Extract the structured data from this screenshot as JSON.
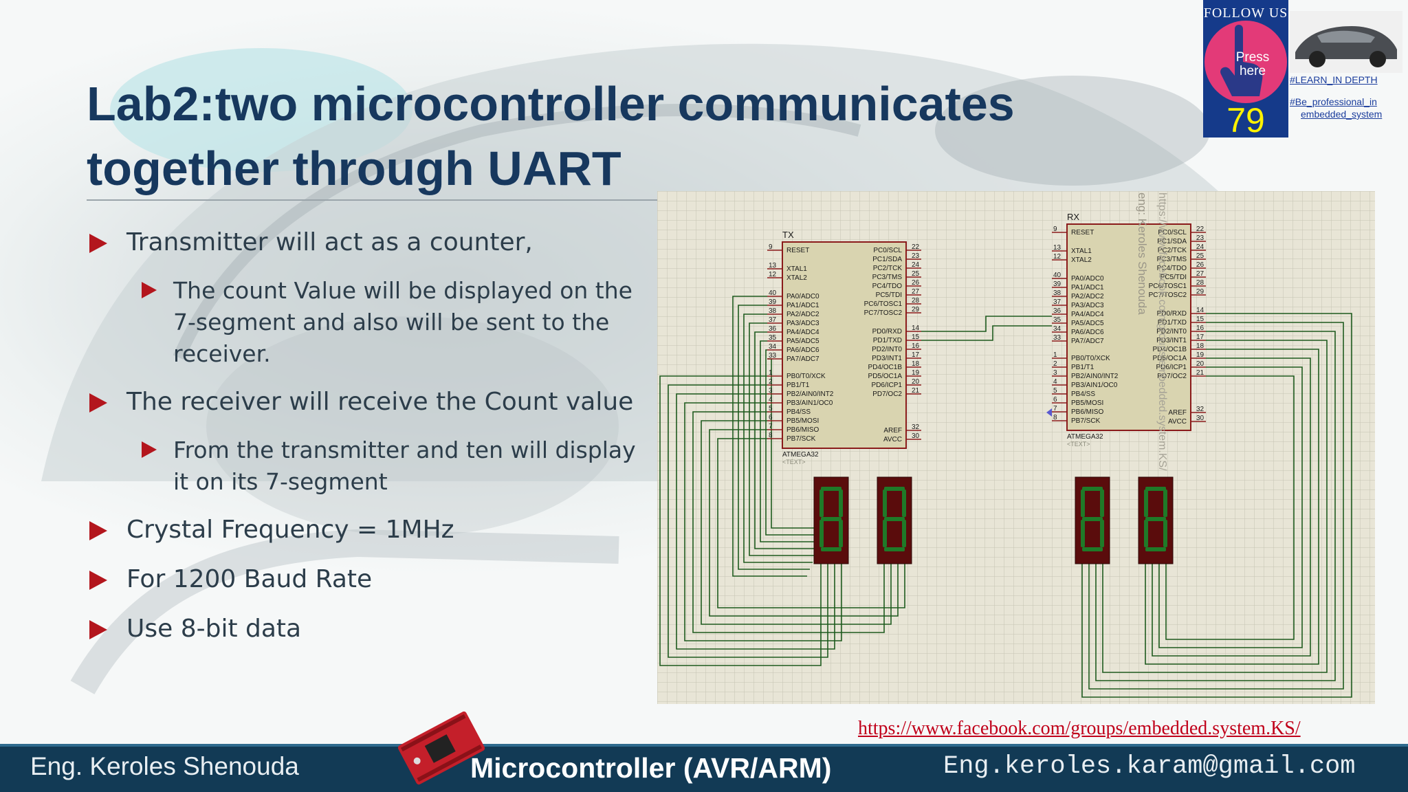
{
  "title": {
    "line1": "Lab2:two microcontroller communicates",
    "line2": "together through UART"
  },
  "bullets": [
    {
      "level": 1,
      "text": "Transmitter will act as a counter,"
    },
    {
      "level": 2,
      "lines": [
        "The count Value will be displayed on the",
        "7-segment and also will be sent to the",
        "receiver."
      ]
    },
    {
      "level": 1,
      "text": "The receiver will receive the Count value"
    },
    {
      "level": 2,
      "lines": [
        "From the transmitter and ten will display",
        "it on its 7-segment"
      ]
    },
    {
      "level": 1,
      "text": "Crystal Frequency = 1MHz"
    },
    {
      "level": 1,
      "text": "For 1200 Baud Rate"
    },
    {
      "level": 1,
      "text": "Use 8-bit data"
    }
  ],
  "schematic": {
    "tx_label": "TX",
    "rx_label": "RX",
    "chip_name": "ATMEGA32",
    "text_placeholder": "<TEXT>",
    "watermark": "eng: Keroles Shenouda",
    "watermark2": "https://www.facebook.com/groups/embedded.system.KS/",
    "tx_left_pins": [
      {
        "num": "9",
        "name": "RESET"
      },
      {
        "num": "13",
        "name": "XTAL1"
      },
      {
        "num": "12",
        "name": "XTAL2"
      },
      {
        "num": "40",
        "name": "PA0/ADC0"
      },
      {
        "num": "39",
        "name": "PA1/ADC1"
      },
      {
        "num": "38",
        "name": "PA2/ADC2"
      },
      {
        "num": "37",
        "name": "PA3/ADC3"
      },
      {
        "num": "36",
        "name": "PA4/ADC4"
      },
      {
        "num": "35",
        "name": "PA5/ADC5"
      },
      {
        "num": "34",
        "name": "PA6/ADC6"
      },
      {
        "num": "33",
        "name": "PA7/ADC7"
      },
      {
        "num": "1",
        "name": "PB0/T0/XCK"
      },
      {
        "num": "2",
        "name": "PB1/T1"
      },
      {
        "num": "3",
        "name": "PB2/AIN0/INT2"
      },
      {
        "num": "4",
        "name": "PB3/AIN1/OC0"
      },
      {
        "num": "5",
        "name": "PB4/SS"
      },
      {
        "num": "6",
        "name": "PB5/MOSI"
      },
      {
        "num": "7",
        "name": "PB6/MISO"
      },
      {
        "num": "8",
        "name": "PB7/SCK"
      }
    ],
    "tx_right_pins": [
      {
        "num": "22",
        "name": "PC0/SCL"
      },
      {
        "num": "23",
        "name": "PC1/SDA"
      },
      {
        "num": "24",
        "name": "PC2/TCK"
      },
      {
        "num": "25",
        "name": "PC3/TMS"
      },
      {
        "num": "26",
        "name": "PC4/TDO"
      },
      {
        "num": "27",
        "name": "PC5/TDI"
      },
      {
        "num": "28",
        "name": "PC6/TOSC1"
      },
      {
        "num": "29",
        "name": "PC7/TOSC2"
      },
      {
        "num": "14",
        "name": "PD0/RXD"
      },
      {
        "num": "15",
        "name": "PD1/TXD"
      },
      {
        "num": "16",
        "name": "PD2/INT0"
      },
      {
        "num": "17",
        "name": "PD3/INT1"
      },
      {
        "num": "18",
        "name": "PD4/OC1B"
      },
      {
        "num": "19",
        "name": "PD5/OC1A"
      },
      {
        "num": "20",
        "name": "PD6/ICP1"
      },
      {
        "num": "21",
        "name": "PD7/OC2"
      },
      {
        "num": "32",
        "name": "AREF"
      },
      {
        "num": "30",
        "name": "AVCC"
      }
    ]
  },
  "follow": {
    "label": "FOLLOW US",
    "press": "Press here",
    "page_number": "79"
  },
  "tags": [
    "#LEARN_IN DEPTH",
    "#Be_professional_in",
    "embedded_system"
  ],
  "fb_link": "https://www.facebook.com/groups/embedded.system.KS/",
  "footer": {
    "left": "Eng. Keroles Shenouda",
    "middle": "Microcontroller (AVR/ARM)",
    "right": "Eng.keroles.karam@gmail.com"
  },
  "colors": {
    "title": "#17385e",
    "bullet_marker": "#b3161d",
    "footer_bg": "#123a55",
    "wire": "#1d5a1d",
    "chip_fill": "#d9d4b0",
    "chip_border": "#8a1a1a",
    "segment_bg": "#5a0c0c",
    "segment_on": "#1f7a28"
  }
}
